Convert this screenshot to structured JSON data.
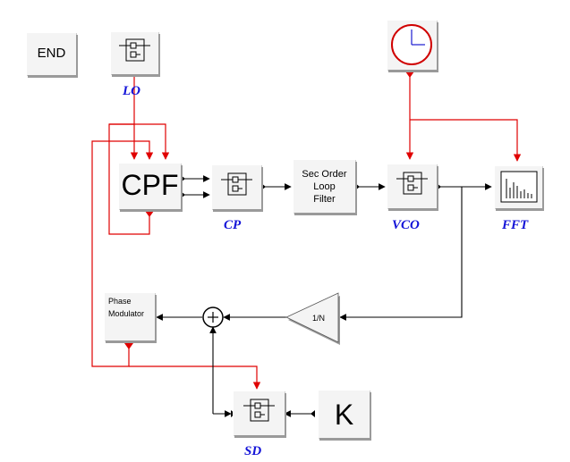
{
  "blocks": {
    "end": "END",
    "cpf": "CPF",
    "loop_filter": [
      "Sec Order",
      "Loop",
      "Filter"
    ],
    "phase_modulator": [
      "Phase",
      "Modulator"
    ],
    "divider": "1/N",
    "gain": "K"
  },
  "labels": {
    "lo": "LO",
    "cp": "CP",
    "vco": "VCO",
    "fft": "FFT",
    "sd": "SD"
  },
  "colors": {
    "signal_wire": "#000000",
    "event_wire": "#e00000",
    "port_label": "#1414d8",
    "clock_ring": "#d00000",
    "clock_hand": "#1a1ad0"
  },
  "icons": {
    "superblock": "superblock-icon",
    "clock": "clock-icon",
    "scope": "spectrum-scope-icon",
    "summation": "summation-icon"
  }
}
